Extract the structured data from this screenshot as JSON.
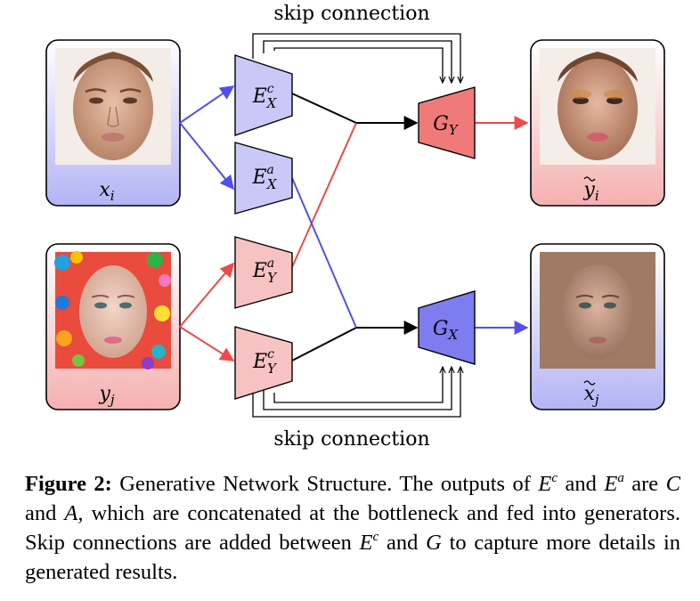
{
  "labels": {
    "skip_top": "skip connection",
    "skip_bottom": "skip connection",
    "x_i": "x",
    "x_i_sub": "i",
    "y_j": "y",
    "y_j_sub": "j",
    "y_out": "y",
    "y_out_sub": "i",
    "x_out": "x",
    "x_out_sub": "j",
    "ExC_main": "E",
    "ExC_sup": "c",
    "ExC_sub": "X",
    "ExA_main": "E",
    "ExA_sup": "a",
    "ExA_sub": "X",
    "EyA_main": "E",
    "EyA_sup": "a",
    "EyA_sub": "Y",
    "EyC_main": "E",
    "EyC_sup": "c",
    "EyC_sub": "Y",
    "GY_main": "G",
    "GY_sub": "Y",
    "GX_main": "G",
    "GX_sub": "X"
  },
  "caption": {
    "label": "Figure 2:",
    "t1": " Generative Network Structure. The outputs of ",
    "E1": "E",
    "c1": "c",
    "t2": " and ",
    "E2": "E",
    "a1": "a",
    "t3": " are ",
    "C": "C",
    "t4": " and ",
    "A": "A",
    "t5": ", which are concatenated at the bottleneck and fed into generators. Skip connections are added between ",
    "E3": "E",
    "c2": "c",
    "t6": " and ",
    "G": "G",
    "t7": " to capture more details in generated results."
  },
  "colors": {
    "blue_fill": "#c9c9f7",
    "red_fill": "#f7c2c2",
    "blue_dark": "#7d7df0",
    "red_dark": "#f07a7a",
    "blue_line": "#5050ee",
    "red_line": "#ee4a4a"
  }
}
